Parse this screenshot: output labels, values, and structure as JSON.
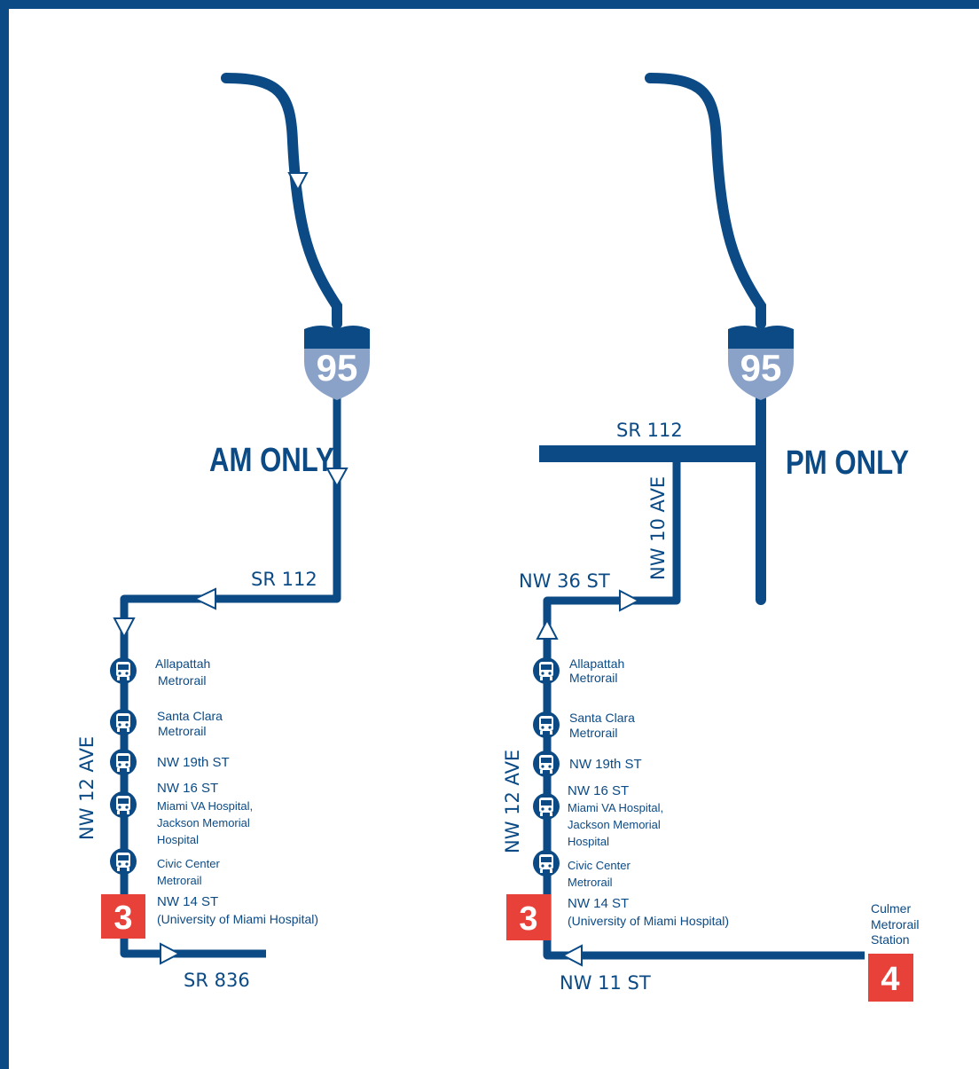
{
  "colors": {
    "route": "#0b4a85",
    "shield_top": "#0b4a85",
    "shield_body": "#8aa2c8",
    "stop_badge": "#e8413a",
    "border": "#0b4a85"
  },
  "left_panel": {
    "mode_label": "AM ONLY",
    "interstate_shield": "95",
    "roads": {
      "sr112": "SR 112",
      "nw12ave": "NW 12 AVE",
      "sr836": "SR 836"
    },
    "stops": [
      {
        "line1": "Allapattah",
        "line2": "Metrorail",
        "line3": "",
        "line4": ""
      },
      {
        "line1": "Santa Clara",
        "line2": "Metrorail",
        "line3": "",
        "line4": ""
      },
      {
        "line1": "NW 19th ST",
        "line2": "",
        "line3": "",
        "line4": ""
      },
      {
        "line1": "NW 16 ST",
        "line2": "Miami VA Hospital,",
        "line3": "Jackson Memorial",
        "line4": "Hospital"
      },
      {
        "line1": "Civic Center",
        "line2": "Metrorail",
        "line3": "",
        "line4": ""
      },
      {
        "line1": "NW 14 ST",
        "line2": "(University of Miami Hospital)",
        "line3": "",
        "line4": ""
      }
    ],
    "badge": "3"
  },
  "right_panel": {
    "mode_label": "PM ONLY",
    "interstate_shield": "95",
    "roads": {
      "sr112": "SR 112",
      "nw10ave": "NW 10 AVE",
      "nw36st": "NW 36 ST",
      "nw12ave": "NW 12 AVE",
      "nw11st": "NW 11 ST"
    },
    "stops": [
      {
        "line1": "Allapattah",
        "line2": "Metrorail",
        "line3": "",
        "line4": ""
      },
      {
        "line1": "Santa Clara",
        "line2": "Metrorail",
        "line3": "",
        "line4": ""
      },
      {
        "line1": "NW 19th ST",
        "line2": "",
        "line3": "",
        "line4": ""
      },
      {
        "line1": "NW 16 ST",
        "line2": "Miami VA Hospital,",
        "line3": "Jackson Memorial",
        "line4": "Hospital"
      },
      {
        "line1": "Civic Center",
        "line2": "Metrorail",
        "line3": "",
        "line4": ""
      },
      {
        "line1": "NW 14 ST",
        "line2": "(University of Miami Hospital)",
        "line3": "",
        "line4": ""
      }
    ],
    "badge": "3",
    "terminal": {
      "badge": "4",
      "line1": "Culmer",
      "line2": "Metrorail",
      "line3": "Station"
    }
  },
  "icons": {
    "stop": "bus-stop-icon",
    "direction": "direction-arrow-icon",
    "shield": "interstate-shield-icon"
  }
}
